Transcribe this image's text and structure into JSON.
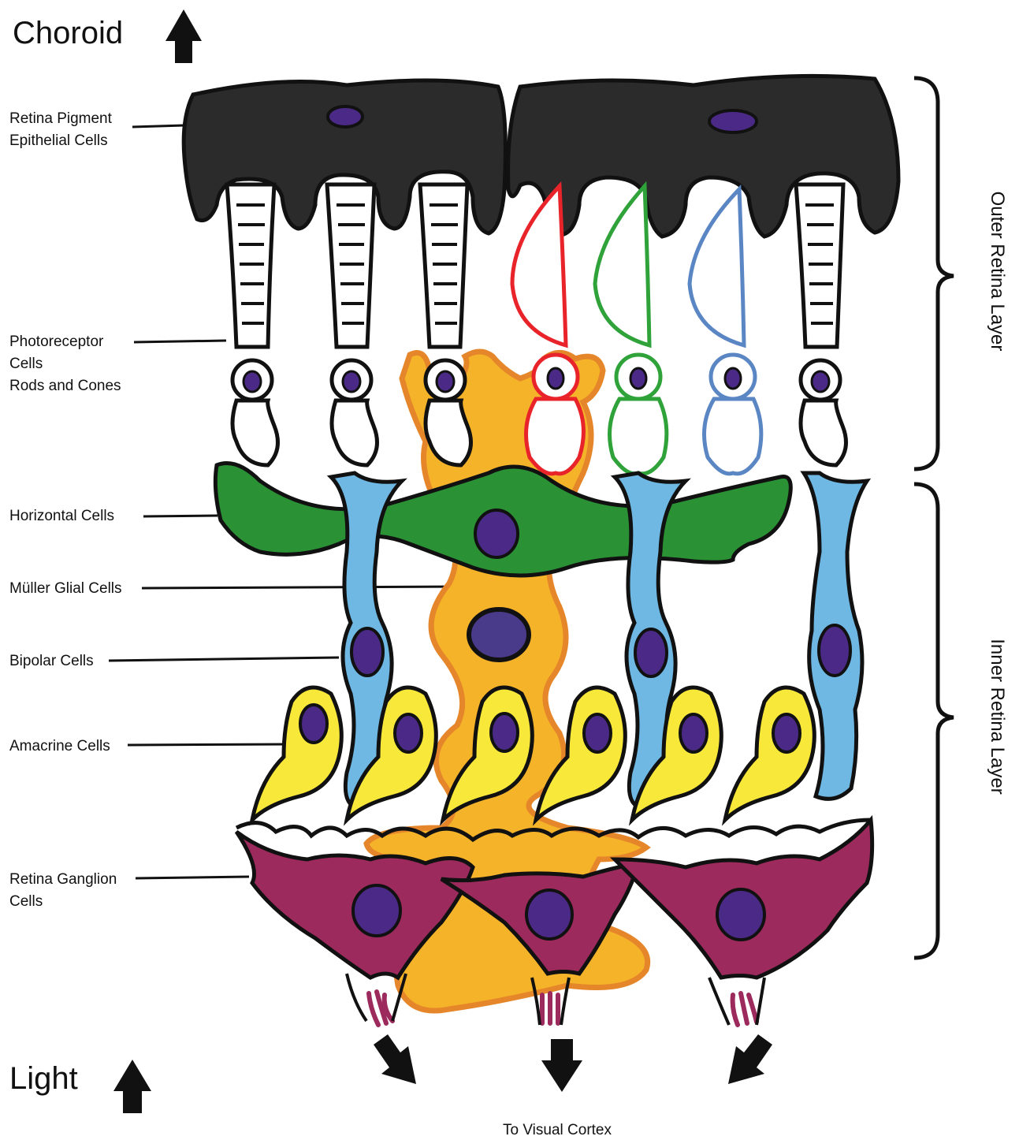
{
  "top_label": "Choroid",
  "bottom_label": "Light",
  "output_label": "To Visual Cortex",
  "labels": {
    "rpe": [
      "Retina Pigment",
      "Epithelial Cells"
    ],
    "photoreceptor": [
      "Photoreceptor",
      "Cells",
      "Rods and Cones"
    ],
    "horizontal": "Horizontal Cells",
    "muller": "Müller Glial Cells",
    "bipolar": "Bipolar Cells",
    "amacrine": "Amacrine Cells",
    "ganglion": [
      "Retina Ganglion",
      "Cells"
    ]
  },
  "layers": {
    "outer": "Outer Retina Layer",
    "inner": "Inner Retina Layer"
  },
  "colors": {
    "rpe": "#2b2b2b",
    "nucleus": "#4a2a86",
    "cone_red": "#e8232a",
    "cone_green": "#2fa23a",
    "cone_blue": "#5b86c4",
    "horizontal": "#2a9134",
    "bipolar": "#6fb8e3",
    "muller_fill": "#f5b329",
    "muller_edge": "#e5862a",
    "amacrine": "#f8e83a",
    "ganglion": "#9c2a5c"
  }
}
